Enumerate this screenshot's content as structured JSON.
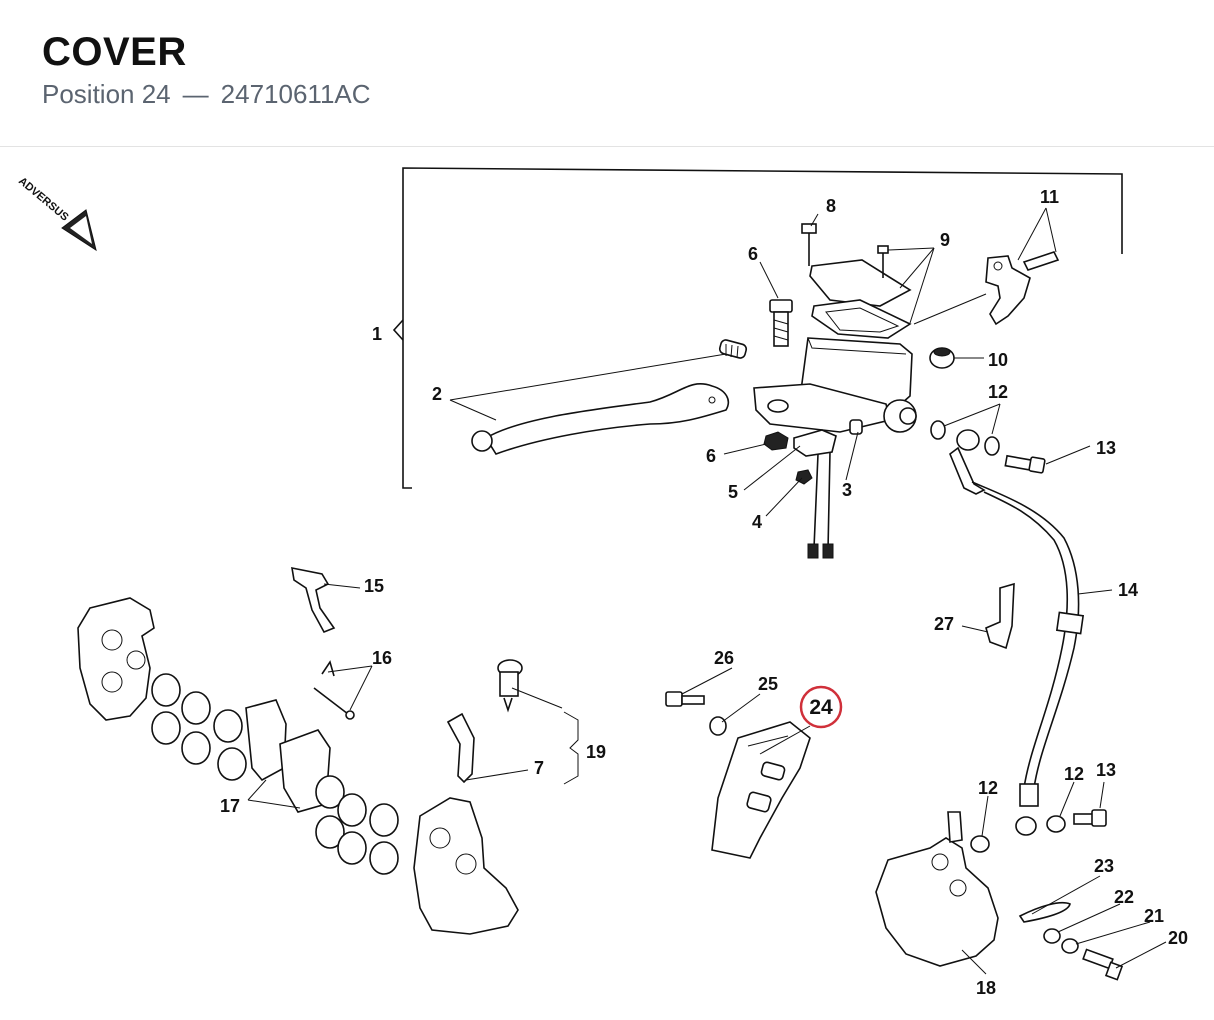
{
  "header": {
    "title": "COVER",
    "position_label": "Position 24",
    "separator": "—",
    "part_number": "24710611AC"
  },
  "watermark": "ADVERSUS",
  "highlight": {
    "callout": "24",
    "color": "#d0303a"
  },
  "callouts": {
    "c1": "1",
    "c2": "2",
    "c3": "3",
    "c4": "4",
    "c5": "5",
    "c6a": "6",
    "c6b": "6",
    "c7": "7",
    "c8": "8",
    "c9": "9",
    "c10": "10",
    "c11": "11",
    "c12a": "12",
    "c12b": "12",
    "c12c": "12",
    "c13a": "13",
    "c13b": "13",
    "c14": "14",
    "c15": "15",
    "c16": "16",
    "c17": "17",
    "c18": "18",
    "c19": "19",
    "c20": "20",
    "c21": "21",
    "c22": "22",
    "c23": "23",
    "c25": "25",
    "c26": "26",
    "c27": "27"
  }
}
